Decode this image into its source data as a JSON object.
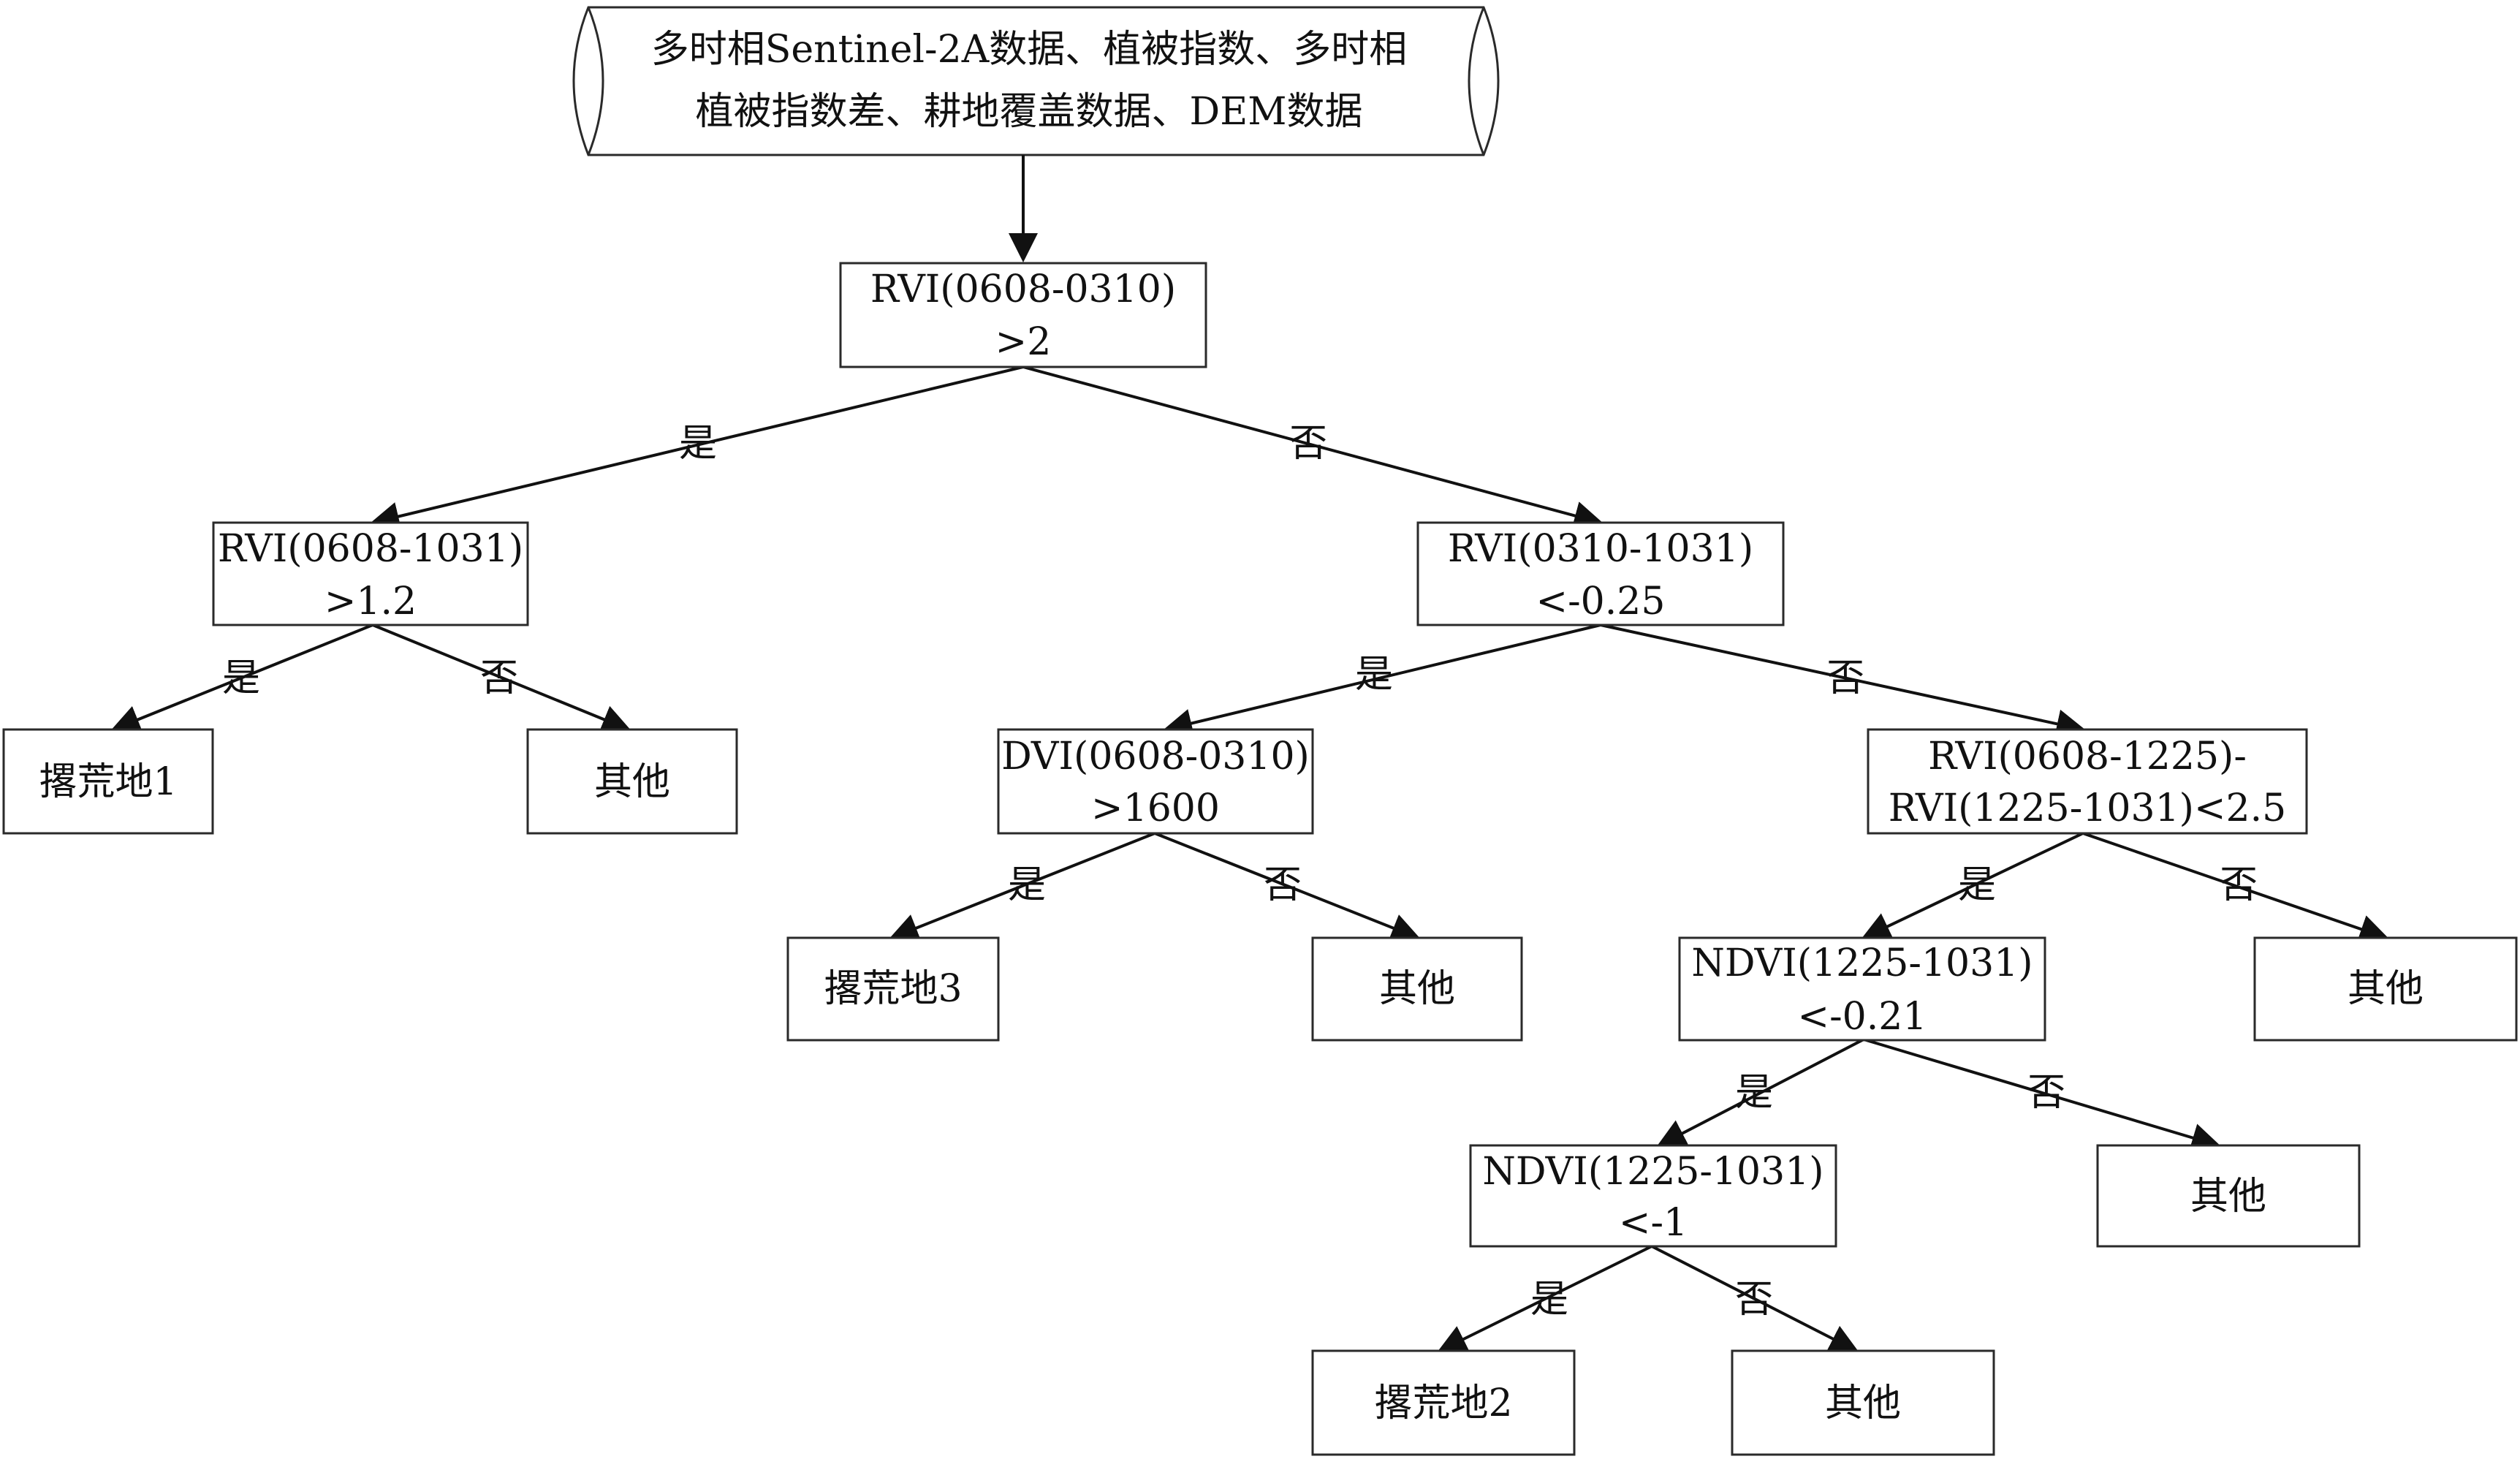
{
  "source": {
    "line1": "多时相Sentinel-2A数据、植被指数、多时相",
    "line2": "植被指数差、耕地覆盖数据、DEM数据"
  },
  "nodes": {
    "n1": {
      "line1": "RVI(0608-0310)",
      "line2": ">2"
    },
    "n2": {
      "line1": "RVI(0608-1031)",
      "line2": ">1.2"
    },
    "n3": {
      "line1": "RVI(0310-1031)",
      "line2": "<-0.25"
    },
    "n4": {
      "line1": "DVI(0608-0310)",
      "line2": ">1600"
    },
    "n5": {
      "line1": "RVI(0608-1225)-",
      "line2": "RVI(1225-1031)<2.5"
    },
    "n6": {
      "line1": "NDVI(1225-1031)",
      "line2": "<-0.21"
    },
    "n7": {
      "line1": "NDVI(1225-1031)",
      "line2": "<-1"
    }
  },
  "leaves": {
    "leaf1": "撂荒地1",
    "other1": "其他",
    "leaf3": "撂荒地3",
    "other2": "其他",
    "other3": "其他",
    "other4": "其他",
    "leaf2": "撂荒地2",
    "other5": "其他"
  },
  "branch_labels": {
    "yes": "是",
    "no": "否"
  }
}
